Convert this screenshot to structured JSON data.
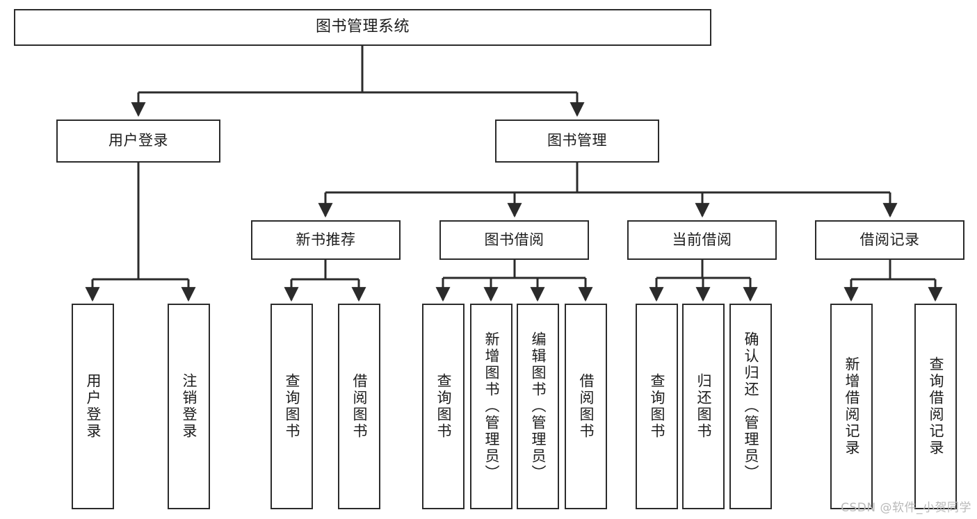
{
  "diagram": {
    "title": "图书管理系统",
    "watermark": "CSDN @软件_小贺同学",
    "theme": {
      "background": "#ffffff",
      "border": "#2b2b2b",
      "text": "#1c1c1c",
      "edge": "#2b2b2b",
      "watermark": "#b9b9b9"
    },
    "root": {
      "label": "图书管理系统"
    },
    "level2": [
      {
        "label": "用户登录"
      },
      {
        "label": "图书管理"
      }
    ],
    "level3": [
      {
        "label": "新书推荐"
      },
      {
        "label": "图书借阅"
      },
      {
        "label": "当前借阅"
      },
      {
        "label": "借阅记录"
      }
    ],
    "leaves": {
      "user_login": [
        {
          "label": "用户登录"
        },
        {
          "label": "注销登录"
        }
      ],
      "new_book_recommend": [
        {
          "label": "查询图书"
        },
        {
          "label": "借阅图书"
        }
      ],
      "book_borrow": [
        {
          "label": "查询图书"
        },
        {
          "label": "新增图书（管理员）"
        },
        {
          "label": "编辑图书（管理员）"
        },
        {
          "label": "借阅图书"
        }
      ],
      "current_borrow": [
        {
          "label": "查询图书"
        },
        {
          "label": "归还图书"
        },
        {
          "label": "确认归还（管理员）"
        }
      ],
      "borrow_record": [
        {
          "label": "新增借阅记录"
        },
        {
          "label": "查询借阅记录"
        }
      ]
    }
  }
}
